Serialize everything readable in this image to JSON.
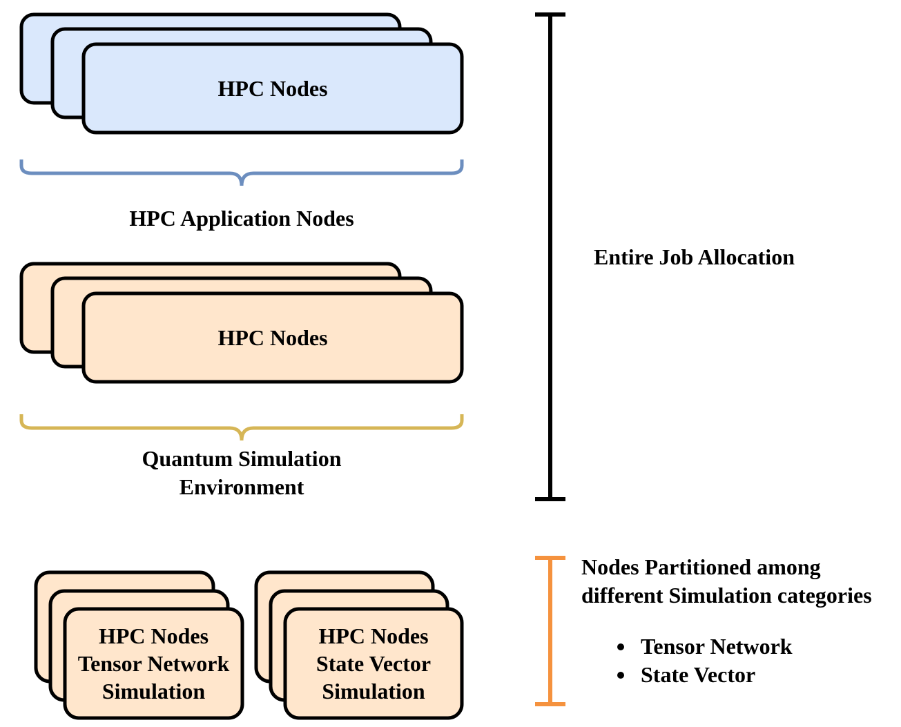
{
  "colors": {
    "app_fill": "#dae8fc",
    "quantum_fill": "#ffe6cc",
    "outline": "#000000",
    "app_brace": "#6c8ebf",
    "quantum_brace": "#d6b656",
    "partition_bar": "#f5923e"
  },
  "app_stack": {
    "label": "HPC Nodes"
  },
  "app_group": {
    "label": "HPC Application Nodes"
  },
  "quantum_stack": {
    "label": "HPC Nodes"
  },
  "quantum_group": {
    "label_line1": "Quantum Simulation",
    "label_line2": "Environment"
  },
  "allocation": {
    "label": "Entire Job Allocation"
  },
  "tensor_stack": {
    "line1": "HPC Nodes",
    "line2": "Tensor Network",
    "line3": "Simulation"
  },
  "statevector_stack": {
    "line1": "HPC Nodes",
    "line2": "State Vector",
    "line3": "Simulation"
  },
  "partition": {
    "line1": "Nodes Partitioned among",
    "line2": "different Simulation categories",
    "categories": [
      "Tensor Network",
      "State Vector"
    ]
  }
}
